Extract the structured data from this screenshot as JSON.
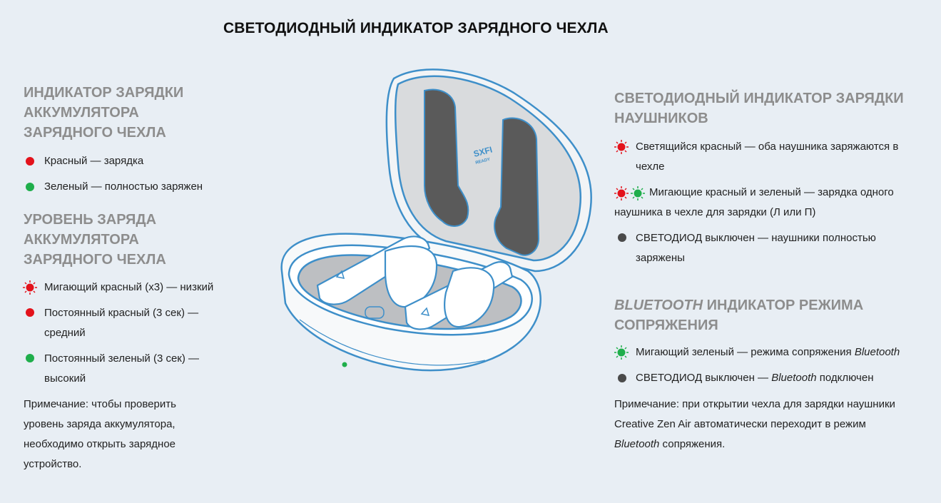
{
  "title": "СВЕТОДИОДНЫЙ ИНДИКАТОР ЗАРЯДНОГО ЧЕХЛА",
  "colors": {
    "red": "#e3121b",
    "green": "#1fae4b",
    "off": "#4a4a4a",
    "outline": "#3e8fc9",
    "heading": "#8d8d8d"
  },
  "left": {
    "section1": {
      "heading_lines": [
        "ИНДИКАТОР ЗАРЯДКИ",
        "АККУМУЛЯТОРА",
        "ЗАРЯДНОГО ЧЕХЛА"
      ],
      "items": [
        {
          "icon": "red-dot-icon",
          "text": "Красный — зарядка"
        },
        {
          "icon": "green-dot-icon",
          "text": "Зеленый — полностью заряжен"
        }
      ]
    },
    "section2": {
      "heading_lines": [
        "УРОВЕНЬ ЗАРЯДА",
        "АККУМУЛЯТОРА",
        "ЗАРЯДНОГО ЧЕХЛА"
      ],
      "items": [
        {
          "icon": "blinking-red-icon",
          "lines": [
            "Мигающий красный (x3) — низкий"
          ]
        },
        {
          "icon": "red-dot-icon",
          "lines": [
            "Постоянный красный (3 сек) —",
            "средний"
          ]
        },
        {
          "icon": "green-dot-icon",
          "lines": [
            "Постоянный зеленый (3 сек) —",
            "высокий"
          ]
        }
      ]
    },
    "note_lines": [
      "Примечание: чтобы проверить",
      "уровень заряда аккумулятора,",
      "необходимо открыть зарядное",
      "устройство."
    ]
  },
  "right": {
    "section1": {
      "heading_lines": [
        "СВЕТОДИОДНЫЙ ИНДИКАТОР ЗАРЯДКИ",
        "НАУШНИКОВ"
      ],
      "items": [
        {
          "icon": "blinking-red-icon",
          "lines": [
            "Светящийся красный — оба наушника заряжаются в",
            "чехле"
          ]
        },
        {
          "icon": "blinking-red-green-icon",
          "lines": [
            "Мигающие красный и зеленый — зарядка одного",
            "наушника в чехле для зарядки (Л или П)"
          ]
        },
        {
          "icon": "gray-dot-icon",
          "lines": [
            "СВЕТОДИОД выключен — наушники полностью",
            "заряжены"
          ]
        }
      ]
    },
    "section2": {
      "heading_italic": "BLUETOOTH",
      "heading_rest": " ИНДИКАТОР РЕЖИМА",
      "heading_line2": "СОПРЯЖЕНИЯ",
      "item1_text": "Мигающий зеленый — режима сопряжения ",
      "item1_italic": "Bluetooth",
      "item2_text": "СВЕТОДИОД выключен — ",
      "item2_italic": "Bluetooth",
      "item2_tail": " подключен"
    },
    "note_line1": "Примечание: при открытии чехла для зарядки наушники",
    "note_line2": "Creative Zen Air автоматически переходит в режим",
    "note_line3_italic": "Bluetooth",
    "note_line3_tail": " сопряжения."
  },
  "illustration": {
    "logo_line1": "SXFI",
    "logo_line2": "READY"
  }
}
